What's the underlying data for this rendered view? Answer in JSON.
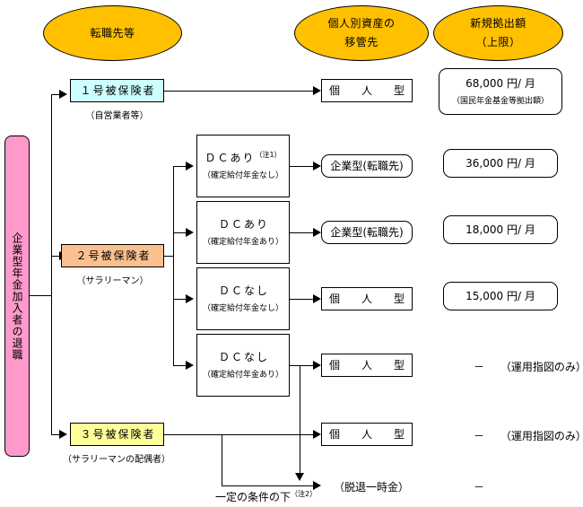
{
  "diagram": {
    "title": "企業型年金加入者の退職",
    "headers": [
      {
        "id": "transfer-destination",
        "line1": "転職先等",
        "line2": ""
      },
      {
        "id": "asset-transfer",
        "line1": "個人別資産の",
        "line2": "移管先"
      },
      {
        "id": "new-contribution",
        "line1": "新規拠出額",
        "line2": "（上限）"
      }
    ],
    "source": {
      "label": "企業型年金加入者の退職"
    },
    "insured_categories": [
      {
        "id": "category-1",
        "label": "１号被保険者",
        "caption": "（自営業者等）",
        "color": "#CCFFFF"
      },
      {
        "id": "category-2",
        "label": "２号被保険者",
        "caption": "（サラリーマン）",
        "color": "#FAC090"
      },
      {
        "id": "category-3",
        "label": "３号被保険者",
        "caption": "（サラリーマンの配偶者）",
        "color": "#FFFF99"
      }
    ],
    "dc_conditions": [
      {
        "id": "dc-yes-no-db",
        "main": "ＤＣあり",
        "note": "（注1）",
        "sub": "（確定給付年金なし）"
      },
      {
        "id": "dc-yes-with-db",
        "main": "ＤＣあり",
        "note": "",
        "sub": "（確定給付年金あり）"
      },
      {
        "id": "dc-no-no-db",
        "main": "ＤＣなし",
        "note": "",
        "sub": "（確定給付年金なし）"
      },
      {
        "id": "dc-no-with-db",
        "main": "ＤＣなし",
        "note": "",
        "sub": "（確定給付年金あり）"
      }
    ],
    "destinations": [
      {
        "id": "dest-1",
        "label": "個　人　型",
        "rounded": false
      },
      {
        "id": "dest-2",
        "label": "企業型(転職先)",
        "rounded": true
      },
      {
        "id": "dest-3",
        "label": "企業型(転職先)",
        "rounded": true
      },
      {
        "id": "dest-4",
        "label": "個　人　型",
        "rounded": false
      },
      {
        "id": "dest-5",
        "label": "個　人　型",
        "rounded": false
      },
      {
        "id": "dest-6",
        "label": "個　人　型",
        "rounded": false
      },
      {
        "id": "dest-7",
        "label": "（脱退一時金）",
        "rounded": null
      }
    ],
    "contribution_limits": [
      {
        "id": "limit-1",
        "amount": "68,000 円/ 月",
        "sub": "（国民年金基金等拠出額）",
        "boxed": true
      },
      {
        "id": "limit-2",
        "amount": "36,000 円/ 月",
        "sub": "",
        "boxed": true
      },
      {
        "id": "limit-3",
        "amount": "18,000 円/ 月",
        "sub": "",
        "boxed": true
      },
      {
        "id": "limit-4",
        "amount": "15,000 円/ 月",
        "sub": "",
        "boxed": true
      },
      {
        "id": "limit-5",
        "dash": "－",
        "amount": "（運用指図のみ）",
        "boxed": false
      },
      {
        "id": "limit-6",
        "dash": "－",
        "amount": "（運用指図のみ）",
        "boxed": false
      },
      {
        "id": "limit-7",
        "dash": "－",
        "amount": "",
        "boxed": false
      }
    ],
    "annotations": [
      {
        "id": "condition-note",
        "text": "一定の条件の下",
        "note": "（注2）"
      }
    ]
  }
}
